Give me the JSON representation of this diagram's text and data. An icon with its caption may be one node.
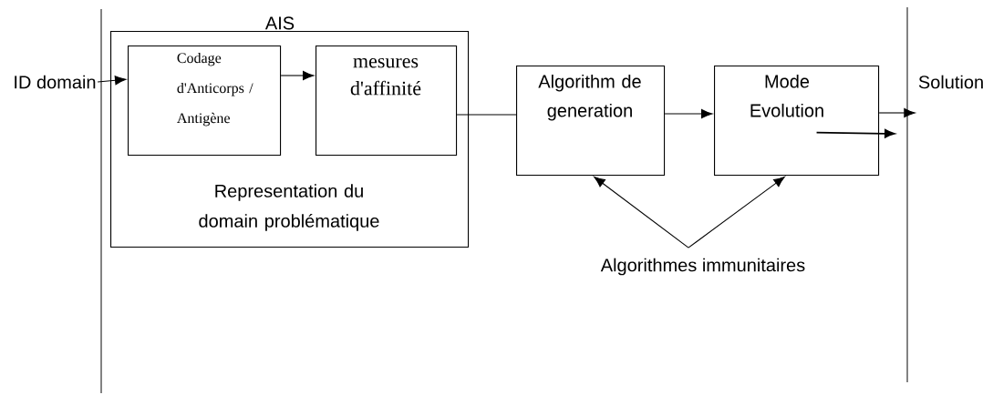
{
  "diagram": {
    "nodes": [
      {
        "text": [
          "AIS",
          "Representation du domain problématique"
        ]
      },
      {
        "text": [
          "Codage d'Anticorps / Antigène"
        ],
        "in": 0
      },
      {
        "text": [
          "mesures d'affinité"
        ],
        "in": 0
      },
      {
        "text": [
          "Algorithm de generation"
        ]
      },
      {
        "text": [
          "Mode Evolution"
        ]
      },
      {
        "text": [
          "ID domain"
        ]
      },
      {
        "text": [
          "Solution"
        ]
      },
      {
        "text": [
          "Algorithmes immunitaires"
        ]
      }
    ],
    "edges": [
      {
        "from": 5,
        "to": 1,
        "arrow": "to"
      },
      {
        "from": 1,
        "to": 2,
        "arrow": "to"
      },
      {
        "from": 2,
        "to": 3,
        "arrow": "none"
      },
      {
        "from": 3,
        "to": 4,
        "arrow": "to"
      },
      {
        "from": 4,
        "to": 6,
        "arrow": "to"
      },
      {
        "from": 7,
        "to": 3,
        "arrow": "to"
      },
      {
        "from": 7,
        "to": 4,
        "arrow": "to"
      },
      {
        "from": 4,
        "to": null,
        "arrow": "to"
      }
    ]
  }
}
